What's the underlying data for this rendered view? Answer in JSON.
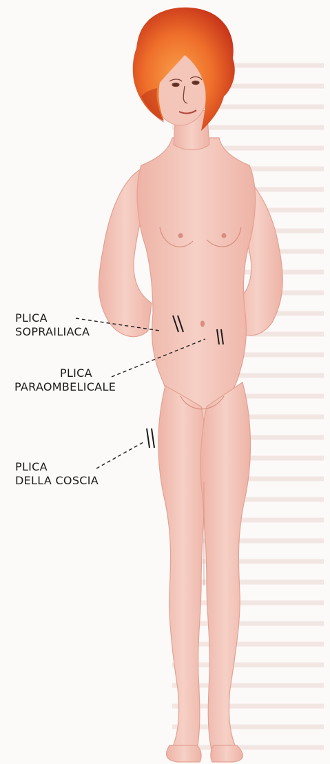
{
  "labels": {
    "soprailiaca": [
      "PLICA",
      "SOPRAILIACA"
    ],
    "paraombelicale": [
      "PLICA",
      "PARAOMBELICALE"
    ],
    "coscia": [
      "PLICA",
      "DELLA COSCIA"
    ]
  },
  "colors": {
    "skin": "#f4c9bf",
    "skin_shade": "#e9aa9c",
    "hair_light": "#f58a3a",
    "hair_dark": "#c8361b",
    "marker": "#1a1a1a",
    "background": "#fcfaf8"
  },
  "icons": {
    "skinfold_marker": "double-slash"
  }
}
